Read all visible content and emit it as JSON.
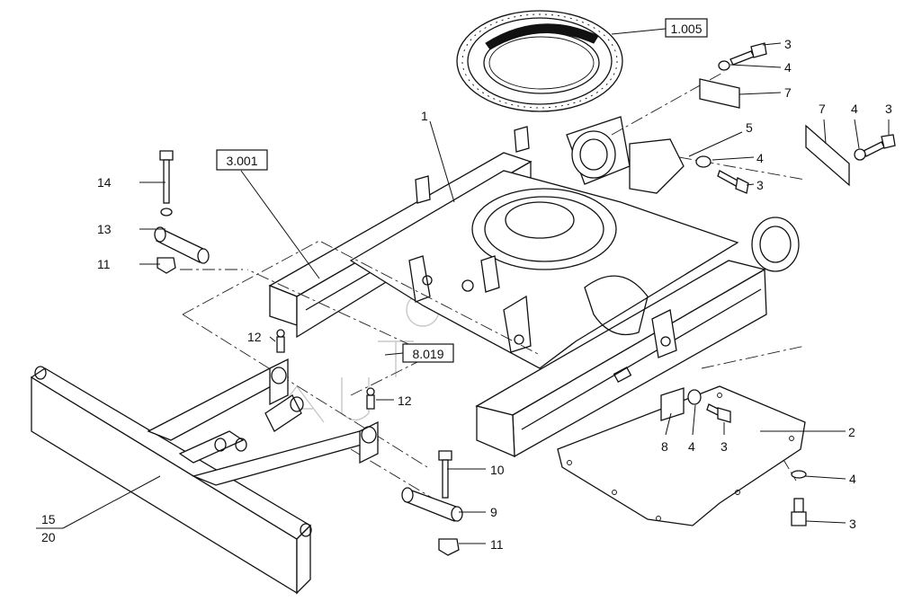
{
  "diagram": {
    "reference_boxes": [
      "1.005",
      "3.001",
      "8.019"
    ],
    "callouts": [
      "1",
      "2",
      "3",
      "3",
      "3",
      "3",
      "3",
      "4",
      "4",
      "4",
      "4",
      "4",
      "5",
      "7",
      "7",
      "8",
      "9",
      "10",
      "11",
      "11",
      "12",
      "12",
      "13",
      "14",
      "15",
      "20"
    ]
  }
}
